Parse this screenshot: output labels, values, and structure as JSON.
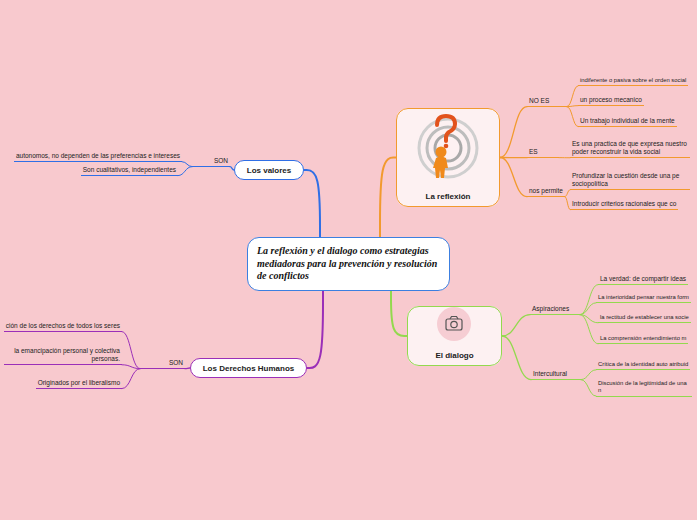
{
  "diagram": {
    "nodes": [
      {
        "text": [
          "La reflexión y el dialogo como estrategias mediadoras para la prevención y resolución de conflictos"
        ]
      },
      {
        "text": [
          "La reflexión"
        ]
      },
      {
        "text": [
          "NO ES"
        ]
      },
      {
        "text": [
          "indiferente o pasiva sobre el orden social"
        ]
      },
      {
        "text": [
          "un proceso mecanico"
        ]
      },
      {
        "text": [
          "Un trabajo individual de la mente"
        ]
      },
      {
        "text": [
          "ES"
        ]
      },
      {
        "text": [
          "Es una practica de que expresa nuestro poder reconstruir la vida social"
        ]
      },
      {
        "text": [
          "nos permite"
        ]
      },
      {
        "text": [
          "Profundizar la cuestión desde una pe sociopolítica"
        ]
      },
      {
        "text": [
          "Introducir criterios racionales que co"
        ]
      },
      {
        "text": [
          "El dialogo"
        ]
      },
      {
        "text": [
          "Aspiraciones"
        ]
      },
      {
        "text": [
          "La verdad: de compartir ideas"
        ]
      },
      {
        "text": [
          "La interioridad pensar nuestra form"
        ]
      },
      {
        "text": [
          "la rectitud de establecer una socie"
        ]
      },
      {
        "text": [
          "La comprensión entendimiento m"
        ]
      },
      {
        "text": [
          "Intercultural"
        ]
      },
      {
        "text": [
          "Crítica de la identidad auto atribuid"
        ]
      },
      {
        "text": [
          "Discusión de la legitimidad de una n"
        ]
      },
      {
        "text": [
          "Los valores"
        ]
      },
      {
        "text": [
          "SON"
        ]
      },
      {
        "text": [
          "autonomos, no dependen de las preferencias e intereses"
        ]
      },
      {
        "text": [
          "Son cualitativos, independientes"
        ]
      },
      {
        "text": [
          "Los Derechos Humanos"
        ]
      },
      {
        "text": [
          "SON"
        ]
      },
      {
        "text": [
          "ción de los derechos de todos los seres"
        ]
      },
      {
        "text": [
          "la emancipación personal y colectiva personas."
        ]
      },
      {
        "text": [
          "Originados por el liberalismo"
        ]
      }
    ],
    "edges": [
      {
        "from": 0,
        "to": 1,
        "arrow": "none"
      },
      {
        "from": 1,
        "to": 2,
        "arrow": "none"
      },
      {
        "from": 2,
        "to": 3,
        "arrow": "none"
      },
      {
        "from": 2,
        "to": 4,
        "arrow": "none"
      },
      {
        "from": 2,
        "to": 5,
        "arrow": "none"
      },
      {
        "from": 1,
        "to": 6,
        "arrow": "none"
      },
      {
        "from": 6,
        "to": 7,
        "arrow": "none"
      },
      {
        "from": 1,
        "to": 8,
        "arrow": "none"
      },
      {
        "from": 8,
        "to": 9,
        "arrow": "none"
      },
      {
        "from": 8,
        "to": 10,
        "arrow": "none"
      },
      {
        "from": 0,
        "to": 11,
        "arrow": "none"
      },
      {
        "from": 11,
        "to": 12,
        "arrow": "none"
      },
      {
        "from": 12,
        "to": 13,
        "arrow": "none"
      },
      {
        "from": 12,
        "to": 14,
        "arrow": "none"
      },
      {
        "from": 12,
        "to": 15,
        "arrow": "none"
      },
      {
        "from": 12,
        "to": 16,
        "arrow": "none"
      },
      {
        "from": 11,
        "to": 17,
        "arrow": "none"
      },
      {
        "from": 17,
        "to": 18,
        "arrow": "none"
      },
      {
        "from": 17,
        "to": 19,
        "arrow": "none"
      },
      {
        "from": 0,
        "to": 20,
        "arrow": "none"
      },
      {
        "from": 20,
        "to": 21,
        "arrow": "none"
      },
      {
        "from": 21,
        "to": 22,
        "arrow": "none"
      },
      {
        "from": 21,
        "to": 23,
        "arrow": "none"
      },
      {
        "from": 0,
        "to": 24,
        "arrow": "none"
      },
      {
        "from": 24,
        "to": 25,
        "arrow": "none"
      },
      {
        "from": 25,
        "to": 26,
        "arrow": "none"
      },
      {
        "from": 25,
        "to": 27,
        "arrow": "none"
      },
      {
        "from": 25,
        "to": 28,
        "arrow": "none"
      }
    ]
  }
}
